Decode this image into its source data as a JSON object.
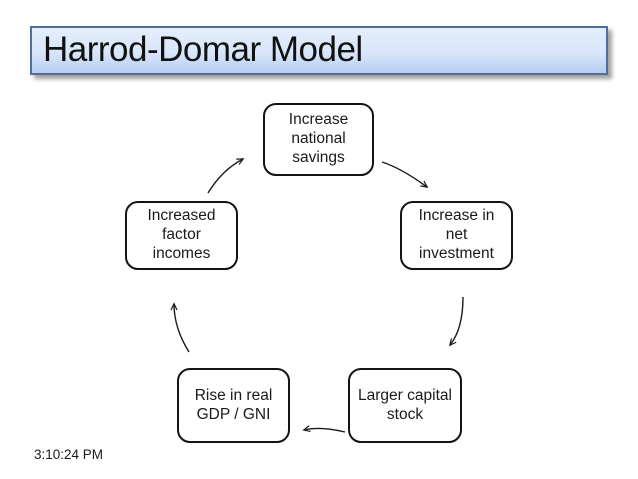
{
  "title": {
    "text": "Harrod-Domar Model"
  },
  "footer": {
    "timestamp": "3:10:24 PM"
  },
  "diagram": {
    "type": "cycle-flow",
    "nodes": [
      {
        "id": "increase-national-savings",
        "label": "Increase\nnational\nsavings"
      },
      {
        "id": "increase-net-investment",
        "label": "Increase in\nnet\ninvestment"
      },
      {
        "id": "larger-capital-stock",
        "label": "Larger capital\nstock"
      },
      {
        "id": "rise-real-gdp-gni",
        "label": "Rise in real\nGDP / GNI"
      },
      {
        "id": "increased-factor-incomes",
        "label": "Increased\nfactor\nincomes"
      }
    ],
    "flow_order": [
      "Increase national savings",
      "Increase in net investment",
      "Larger capital stock",
      "Rise in real GDP / GNI",
      "Increased factor incomes"
    ]
  },
  "colors": {
    "title_border": "#4f6e9e",
    "title_gradient_top": "#e3edfc",
    "title_gradient_bottom": "#b5ccf1",
    "node_border": "#141414",
    "node_fill": "#ffffff",
    "arrow": "#1a1a1a",
    "text": "#1a1a1a"
  }
}
